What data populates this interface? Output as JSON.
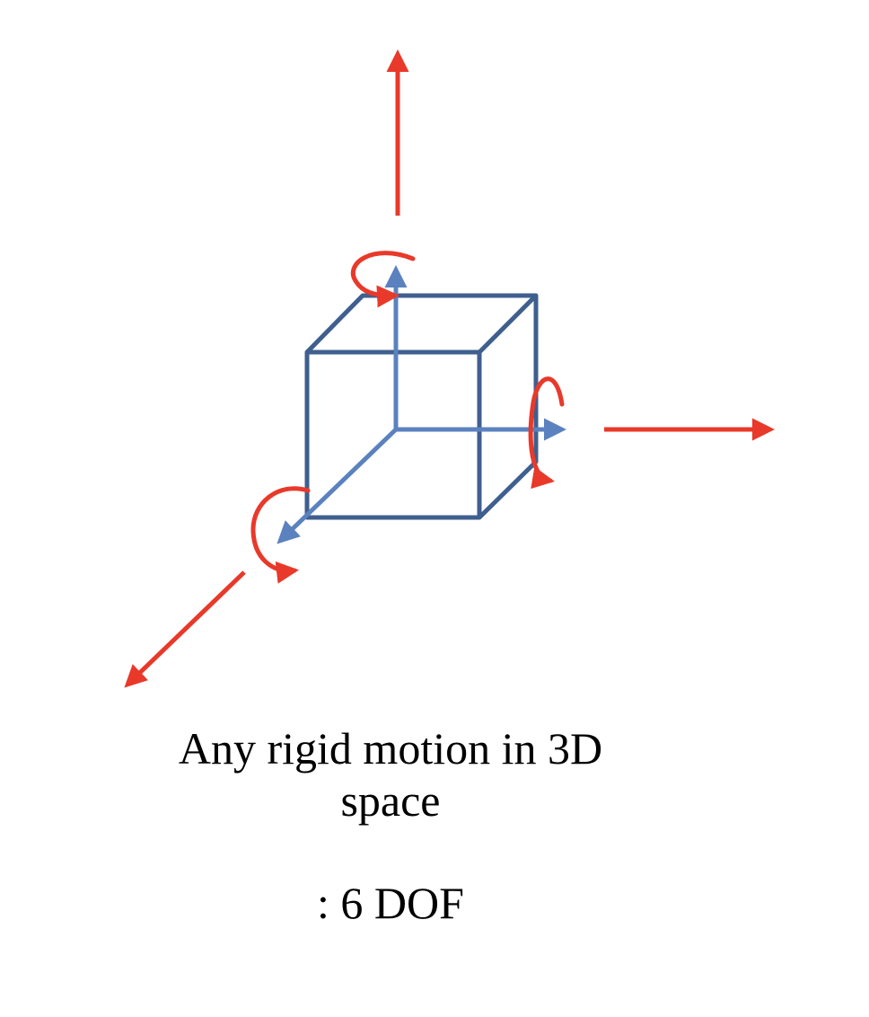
{
  "colors": {
    "translation_arrow": "#e8392a",
    "rotation_arrow": "#e8392a",
    "cube_edge": "#3f5f8f",
    "axis_arrow": "#5b82bf",
    "text": "#000000"
  },
  "caption": {
    "line1": "Any rigid motion in 3D",
    "line2": "space",
    "dof": ": 6 DOF"
  }
}
